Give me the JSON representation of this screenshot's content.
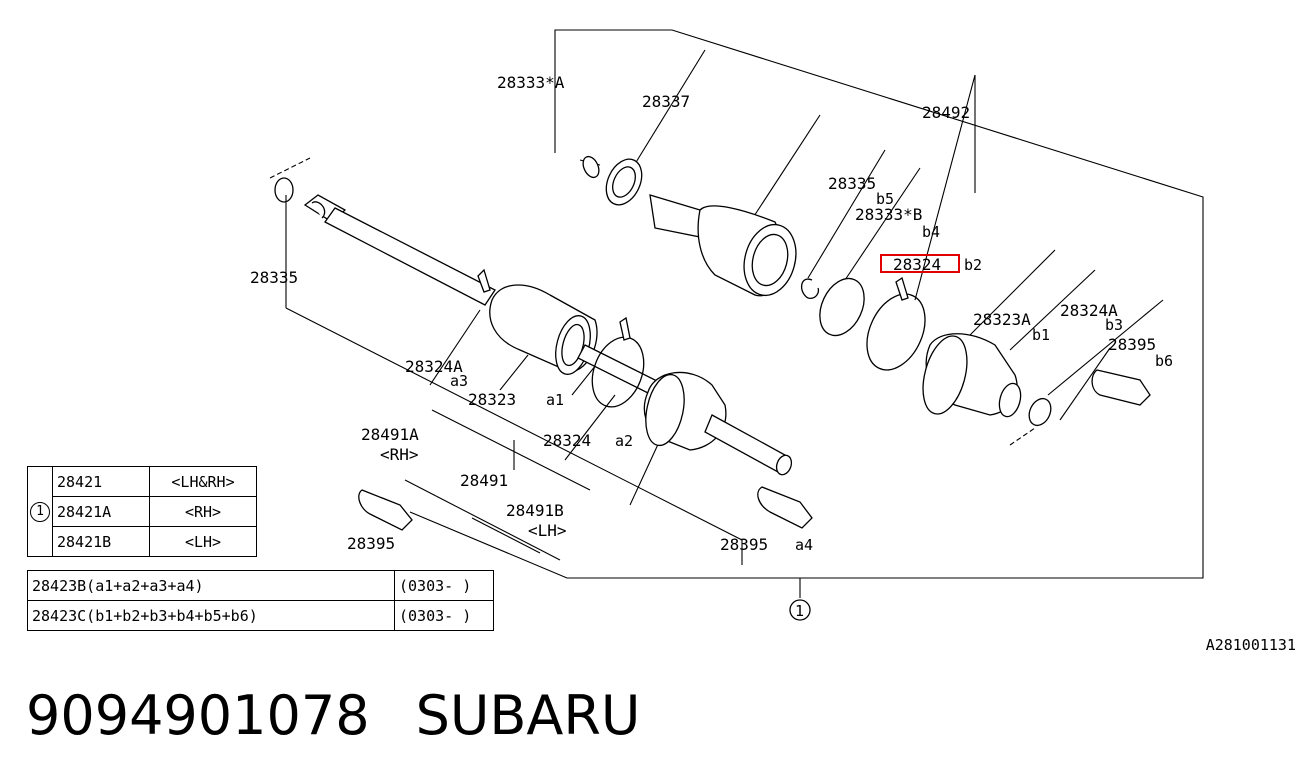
{
  "callouts": {
    "p28333A": "28333*A",
    "p28337": "28337",
    "p28492": "28492",
    "p28335b5": "28335",
    "b5": "b5",
    "p28333B": "28333*B",
    "b4": "b4",
    "p28324b2": "28324",
    "b2": "b2",
    "p28335": "28335",
    "p28323Ab1": "28323A",
    "b1": "b1",
    "p28324Ab3": "28324A",
    "b3": "b3",
    "p28395b6": "28395",
    "b6": "b6",
    "p28324Aa3": "28324A",
    "a3": "a3",
    "p28323a1": "28323",
    "a1": "a1",
    "p28491A": "28491A",
    "rh": "<RH>",
    "p28324a2": "28324",
    "a2": "a2",
    "p28491": "28491",
    "p28491B": "28491B",
    "lh": "<LH>",
    "p28395": "28395",
    "p28395a4": "28395",
    "a4": "a4",
    "circle1": "1"
  },
  "kit_table": {
    "circle": "1",
    "rows": [
      {
        "part": "28421",
        "side": "<LH&RH>"
      },
      {
        "part": "28421A",
        "side": "<RH>"
      },
      {
        "part": "28421B",
        "side": "<LH>"
      }
    ]
  },
  "set_table": {
    "rows": [
      {
        "desc": "28423B(a1+a2+a3+a4)",
        "date": "(0303- )"
      },
      {
        "desc": "28423C(b1+b2+b3+b4+b5+b6)",
        "date": "(0303- )"
      }
    ]
  },
  "image_code": "A281001131",
  "footer": {
    "part_number": "9094901078",
    "brand": "SUBARU"
  },
  "highlight_color": "#e00000"
}
